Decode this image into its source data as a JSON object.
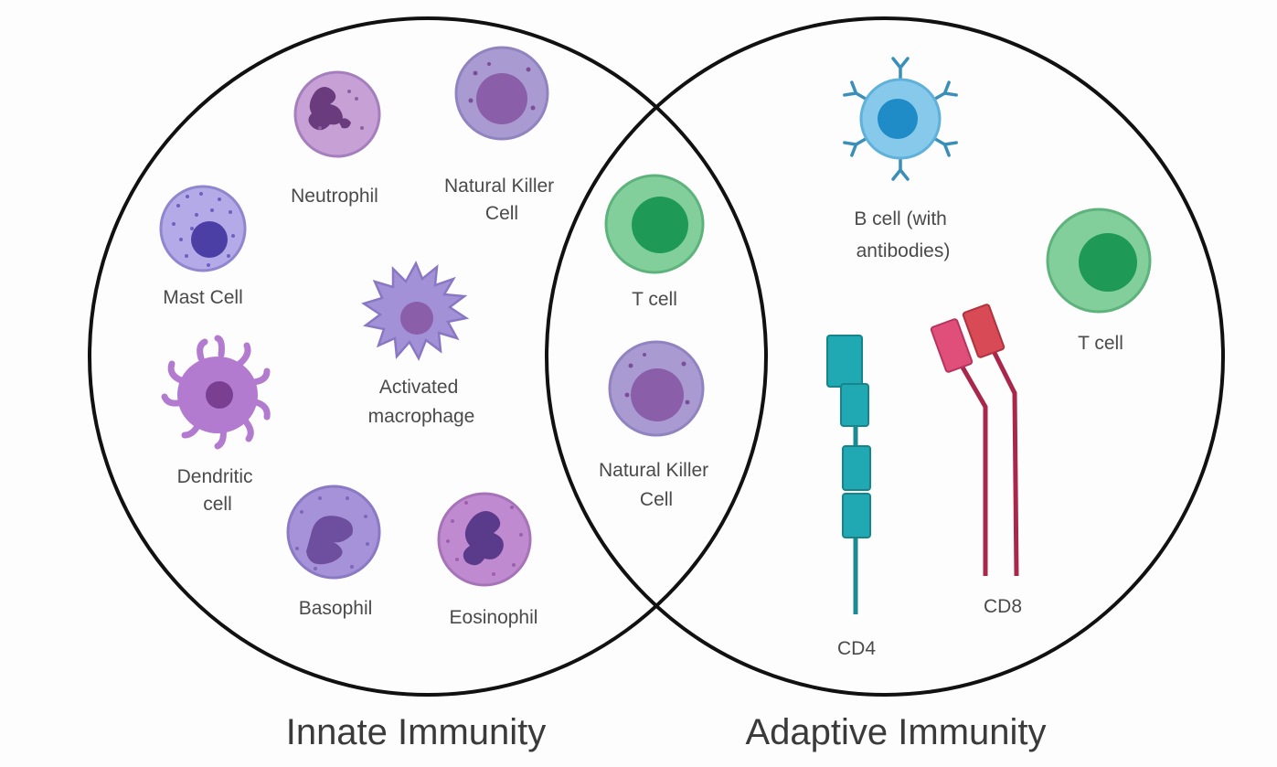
{
  "sets": {
    "innate": {
      "title": "Innate Immunity"
    },
    "adaptive": {
      "title": "Adaptive Immunity"
    }
  },
  "cells": {
    "neutrophil": {
      "label": "Neutrophil",
      "color": "#b989c8"
    },
    "nk_innate": {
      "label_lines": [
        "Natural Killer",
        "Cell"
      ],
      "color": "#a99bd2"
    },
    "mast": {
      "label": "Mast Cell",
      "color": "#a9a0e0"
    },
    "macrophage": {
      "label_lines": [
        "Activated",
        "macrophage"
      ],
      "color": "#a390d6"
    },
    "dendritic": {
      "label_lines": [
        "Dendritic",
        "cell"
      ],
      "color": "#b27bcf"
    },
    "basophil": {
      "label": "Basophil",
      "color": "#a592d8"
    },
    "eosinophil": {
      "label": "Eosinophil",
      "color": "#c08ad0"
    },
    "tcell_shared": {
      "label": "T cell",
      "color": "#7ccb98"
    },
    "nk_shared": {
      "label_lines": [
        "Natural Killer",
        "Cell"
      ],
      "color": "#a99bd2"
    },
    "bcell": {
      "label_lines": [
        "B cell (with",
        "antibodies)"
      ],
      "color": "#7fc8e8"
    },
    "tcell_adaptive": {
      "label": "T cell",
      "color": "#7ccb98"
    },
    "cd4": {
      "label": "CD4",
      "color": "#1f9ea6"
    },
    "cd8": {
      "label": "CD8",
      "color": "#d8506e"
    }
  }
}
